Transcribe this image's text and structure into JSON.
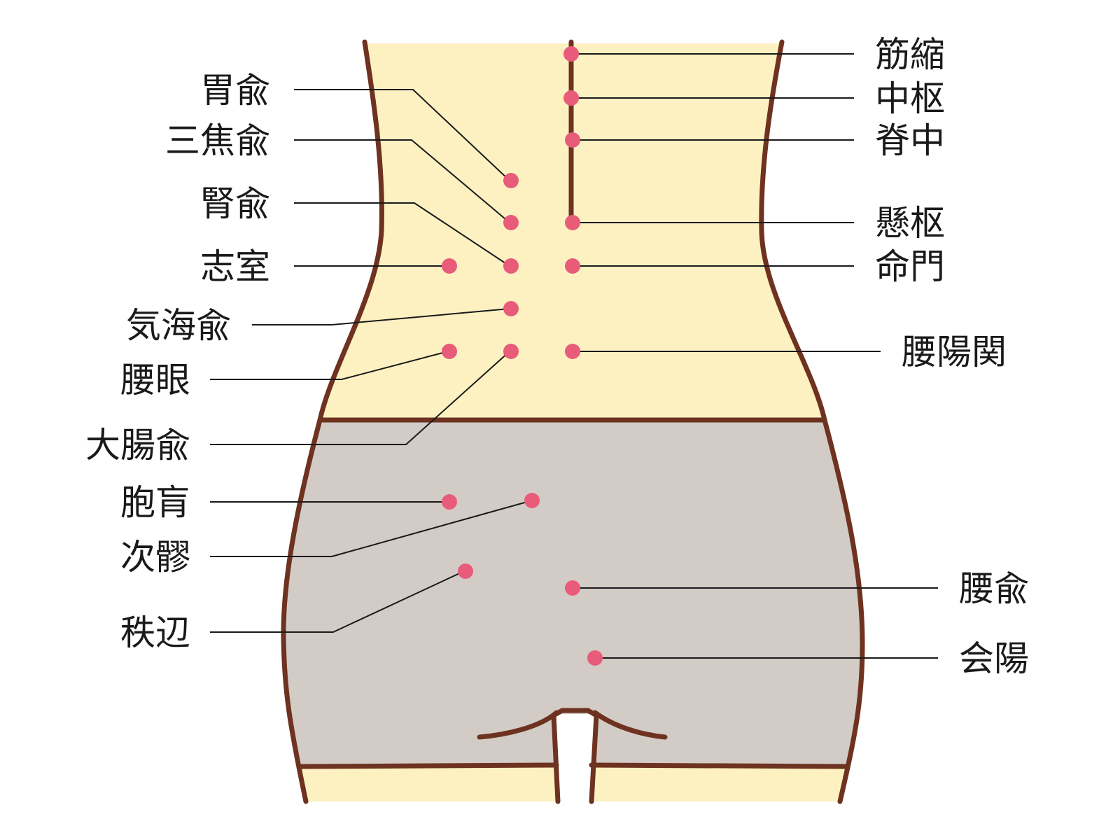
{
  "colors": {
    "skin": "#fdf1c2",
    "shorts": "#d2cbc6",
    "outline": "#6e3220",
    "point": "#e85c7a",
    "line": "#1a1a1a"
  },
  "labels": {
    "weiyu": "胃兪",
    "sanjiaoyu": "三焦兪",
    "shenyu": "腎兪",
    "zhishi": "志室",
    "qihaiyu": "気海兪",
    "yaoyan": "腰眼",
    "dachangyu": "大腸兪",
    "baohuang": "胞肓",
    "ciliao": "次髎",
    "zhibian": "秩辺",
    "jinsuo": "筋縮",
    "zhongshu": "中枢",
    "jizhong": "脊中",
    "xuanshu": "懸枢",
    "mingmen": "命門",
    "yaoyangguan": "腰陽関",
    "yaoshu": "腰兪",
    "huiyang": "会陽"
  }
}
